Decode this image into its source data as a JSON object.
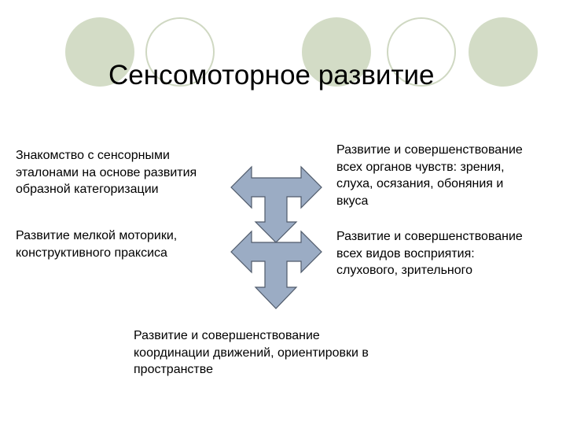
{
  "title": "Сенсомоторное развитие",
  "colors": {
    "circle_fill": "#d3dcc6",
    "circle_outline": "#cfd8c2",
    "arrow_fill": "#9bacc4",
    "arrow_stroke": "#4f5a6a"
  },
  "blocks": {
    "left_top": [
      "Знакомство с сенсорными",
      "эталонами на основе  развития",
      "образной категоризации"
    ],
    "left_bottom": [
      "Развитие мелкой моторики,",
      "конструктивного праксиса"
    ],
    "right_top": [
      "Развитие и совершенствование",
      "всех органов чувств: зрения,",
      "слуха, осязания, обоняния и",
      "вкуса"
    ],
    "right_bottom": [
      "Развитие и совершенствование",
      "всех видов восприятия:",
      "слухового, зрительного"
    ],
    "bottom": [
      "Развитие и совершенствование",
      "координации движений, ориентировки в",
      "пространстве"
    ]
  }
}
